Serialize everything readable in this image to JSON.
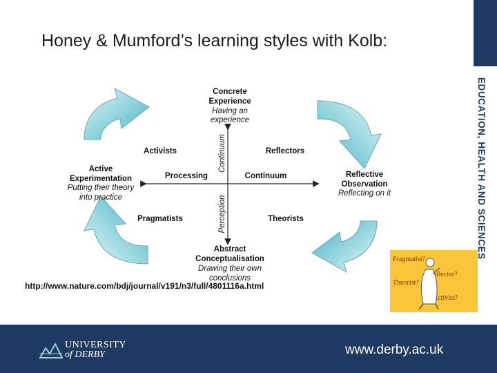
{
  "slide": {
    "title": "Honey & Mumford’s learning styles with Kolb:",
    "url_reference": "http://www.nature.com/bdj/journal/v191/n3/full/4801116a.html",
    "sidebar_text": "EDUCATION, HEALTH AND SCIENCES",
    "footer": {
      "logo_line1": "UNIVERSITY",
      "logo_line2": "of DERBY",
      "website": "www.derby.ac.uk"
    }
  },
  "diagram": {
    "top": {
      "line1": "Concrete",
      "line2": "Experience",
      "line3": "Having an",
      "line4": "experience"
    },
    "right": {
      "line1": "Reflective",
      "line2": "Observation",
      "line3": "Reflecting on it"
    },
    "bottom": {
      "line1": "Abstract",
      "line2": "Conceptualisation",
      "line3": "Drawing their own",
      "line4": "conclusions"
    },
    "left": {
      "line1": "Active",
      "line2": "Experimentation",
      "line3": "Putting their theory",
      "line4": "into practice"
    },
    "quadrants": {
      "top_left": "Activists",
      "top_right": "Reflectors",
      "bottom_left": "Pragmatists",
      "bottom_right": "Theorists"
    },
    "axis": {
      "processing": "Processing",
      "continuum_h": "Continuum",
      "continuum_v": "Continuum",
      "perception": "Perception"
    }
  },
  "thumbnail": {
    "q1": "Pragmatist?",
    "q2": "Reflector?",
    "q3": "Theorist?",
    "q4": "Activist?"
  },
  "colors": {
    "navy": "#1e3a63",
    "arrow_gradient_light": "#dff3f6",
    "arrow_gradient_dark": "#46b9c8",
    "thumbnail_bg": "#fbc53a"
  }
}
